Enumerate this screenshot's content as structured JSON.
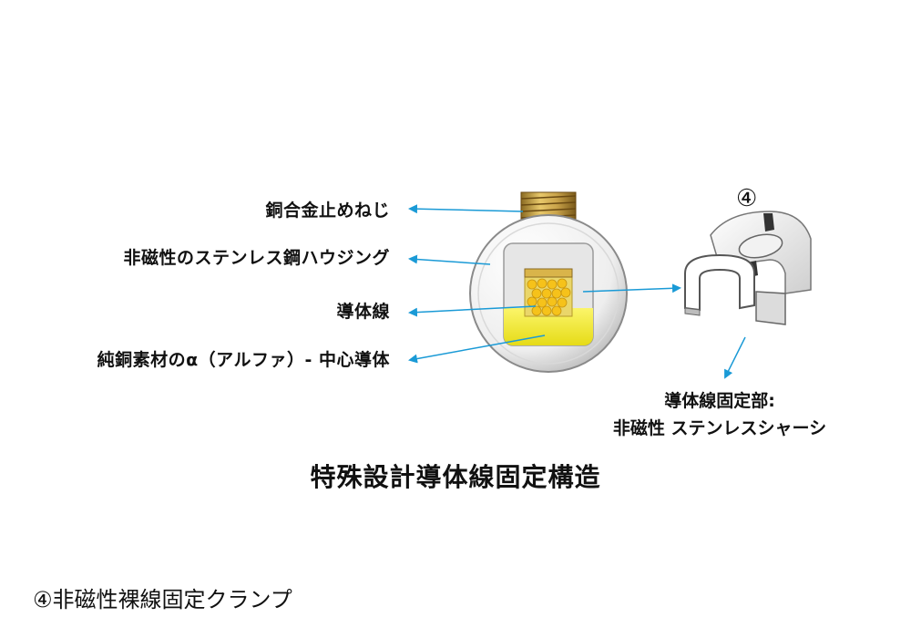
{
  "callouts": {
    "screw": "銅合金止めねじ",
    "housing": "非磁性のステンレス鋼ハウジング",
    "conductor_wire": "導体線",
    "core": "純銅素材のα（アルファ）- 中心導体"
  },
  "part_number": "④",
  "clamp_label": {
    "line1": "導体線固定部:",
    "line2": "非磁性 ステンレスシャーシ"
  },
  "structure_title": "特殊設計導体線固定構造",
  "bottom_caption": "④非磁性裸線固定クランプ",
  "colors": {
    "arrow": "#1a9ad6",
    "brass": "#c9a34a",
    "core_yellow": "#f2ea1c",
    "housing_edge": "#8a8a8a"
  },
  "icons": [
    "arrow-icon"
  ]
}
